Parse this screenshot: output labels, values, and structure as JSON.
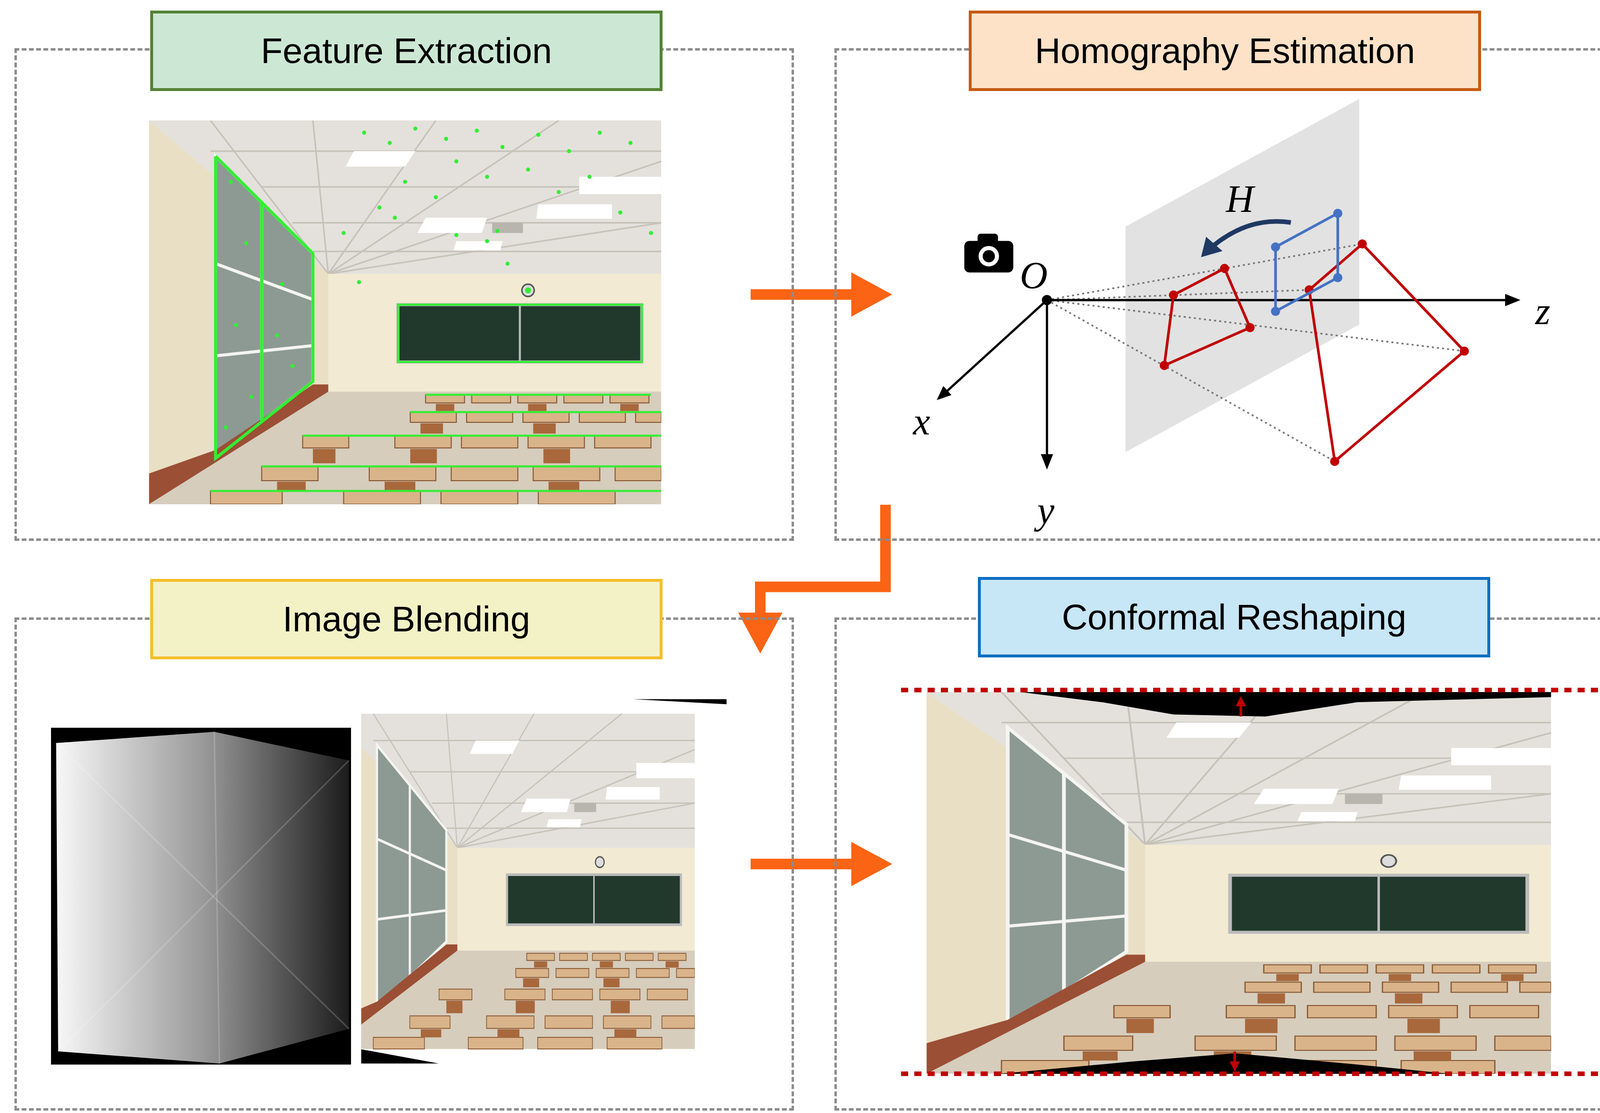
{
  "diagram": {
    "nodes": [
      {
        "text": [
          "Feature Extraction"
        ]
      },
      {
        "text": [
          "Homography Estimation"
        ]
      },
      {
        "text": [
          "Image Blending"
        ]
      },
      {
        "text": [
          "Conformal Reshaping"
        ]
      }
    ],
    "edges": [
      {
        "from": 0,
        "to": 1,
        "arrow": "to"
      },
      {
        "from": 1,
        "to": 2,
        "arrow": "to"
      },
      {
        "from": 2,
        "to": 3,
        "arrow": "to"
      }
    ],
    "labels": [
      "O",
      "x",
      "y",
      "z",
      "H"
    ]
  }
}
